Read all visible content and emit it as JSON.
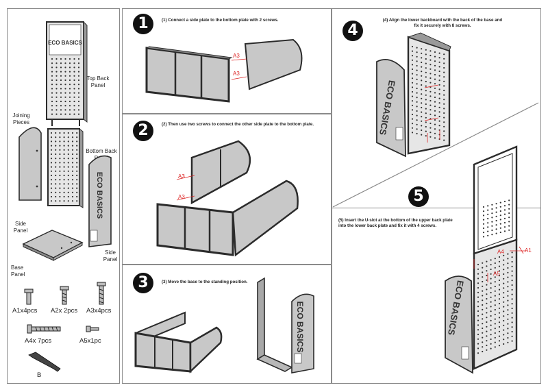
{
  "parts": {
    "top_back_panel": "Top Back Panel",
    "joining_pieces": "Joining Pieces",
    "bottom_back_panel": "Bottom Back Panel",
    "side_panel_left": "Side Panel",
    "side_panel_right": "Side Panel",
    "base_panel": "Base Panel",
    "brand": "ECO BASICS"
  },
  "hardware": [
    {
      "code": "A1",
      "qty": "A1x4pcs"
    },
    {
      "code": "A2",
      "qty": "A2x 2pcs"
    },
    {
      "code": "A3",
      "qty": "A3x4pcs"
    },
    {
      "code": "A4",
      "qty": "A4x 7pcs"
    },
    {
      "code": "A5",
      "qty": "A5x1pc"
    },
    {
      "code": "B",
      "qty": "B"
    }
  ],
  "steps": [
    {
      "num": "1",
      "caption": "(1)  Connect a side plate to the bottom plate with 2 screws."
    },
    {
      "num": "2",
      "caption": "(2)  Then use two screws to connect the other side plate to the bottom plate."
    },
    {
      "num": "3",
      "caption": "(3)  Move the base to the standing position."
    },
    {
      "num": "4",
      "caption": "(4)  Align the lower backboard with the back of the base and fix it securely with 8 screws."
    },
    {
      "num": "5",
      "caption": "(5)  Insert the U-slot at the bottom of the upper back plate into the lower back plate and fix it with 4 screws."
    }
  ],
  "screw_labels": {
    "a3": "A3",
    "a1": "A1",
    "a4": "A4",
    "a5": "A5"
  },
  "colors": {
    "panel_gray": "#c8c8c8",
    "outline": "#2b2b2b",
    "accent_red": "#dd2222"
  }
}
